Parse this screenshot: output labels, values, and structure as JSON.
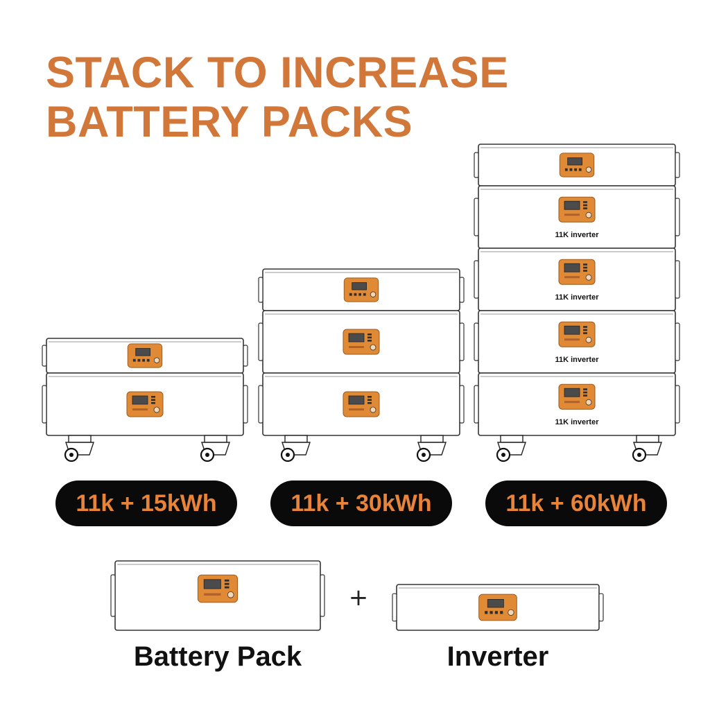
{
  "title": {
    "line1": "STACK TO INCREASE",
    "line2": "BATTERY PACKS"
  },
  "colors": {
    "accent": "#D2773A",
    "pill_bg": "#0a0a0a",
    "pill_text": "#E8833A",
    "panel": "#E08A36",
    "outline": "#333333"
  },
  "configurations": [
    {
      "label": "11k + 15kWh",
      "modules": [
        {
          "type": "inverter",
          "caption": ""
        },
        {
          "type": "battery",
          "caption": ""
        }
      ]
    },
    {
      "label": "11k + 30kWh",
      "modules": [
        {
          "type": "inverter",
          "caption": ""
        },
        {
          "type": "battery",
          "caption": ""
        },
        {
          "type": "battery",
          "caption": ""
        }
      ]
    },
    {
      "label": "11k + 60kWh",
      "modules": [
        {
          "type": "inverter",
          "caption": ""
        },
        {
          "type": "battery",
          "caption": "11K inverter"
        },
        {
          "type": "battery",
          "caption": "11K inverter"
        },
        {
          "type": "battery",
          "caption": "11K inverter"
        },
        {
          "type": "battery",
          "caption": "11K inverter"
        }
      ]
    }
  ],
  "legend": {
    "battery_label": "Battery Pack",
    "plus": "+",
    "inverter_label": "Inverter"
  }
}
